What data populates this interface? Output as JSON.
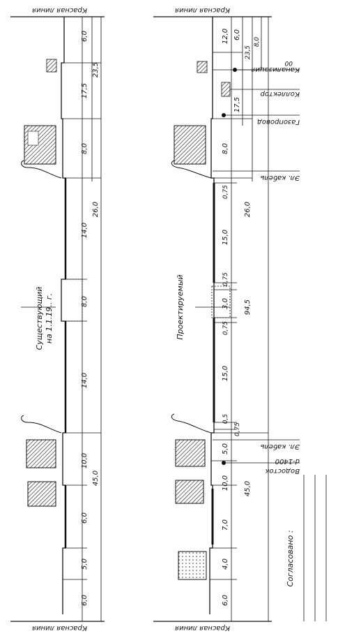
{
  "red_line": "Красная линия",
  "existing": {
    "title": "Существующий",
    "subtitle": "на 1.1.19.. г.",
    "dims": [
      "6,0",
      "17,5",
      "8,0",
      "14,0",
      "8,0",
      "14,0",
      "10,0",
      "6,0",
      "5,0",
      "6,0"
    ],
    "totals": [
      "23,5",
      "26,0",
      "45,0"
    ]
  },
  "projected": {
    "title": "Проектируемый",
    "dims": [
      "12,0",
      "6,0",
      "17,5",
      "8,0",
      "0,75",
      "15,0",
      "0,75",
      "3,0",
      "0,75",
      "15,0",
      "0,75",
      "0,5",
      "5,0",
      "10,0",
      "7,0",
      "4,0",
      "6,0"
    ],
    "totals": [
      "23,5",
      "8,0",
      "26,0",
      "94,5",
      "45,0"
    ],
    "utilities": [
      {
        "label": "Канализация",
        "sub": "00"
      },
      {
        "label": "Коллектор",
        "sub": ""
      },
      {
        "label": "Газопровод",
        "sub": ""
      },
      {
        "label": "Эл. кабель",
        "sub": ""
      },
      {
        "label": "Эл. кабель",
        "sub": ""
      },
      {
        "label": "Водосток",
        "sub": "d-1400"
      }
    ]
  },
  "approved": "Согласовано :"
}
